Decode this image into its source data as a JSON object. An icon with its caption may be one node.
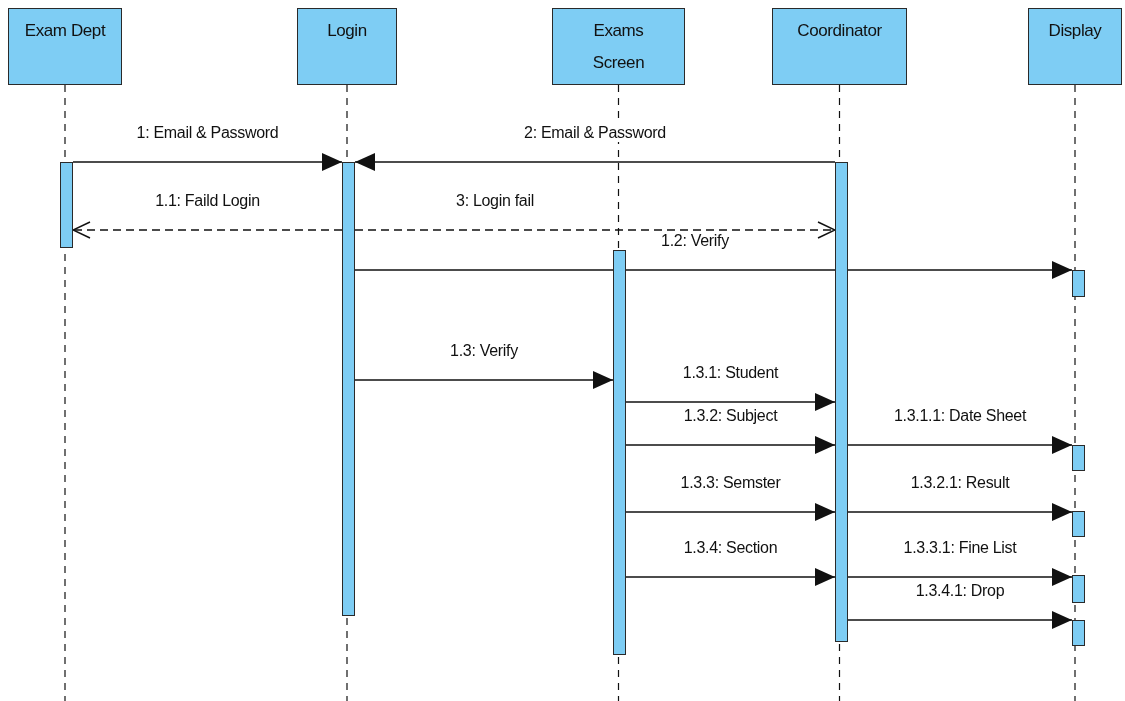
{
  "diagram": {
    "nodes": [
      {
        "text": [
          "Exam Dept"
        ]
      },
      {
        "text": [
          "Login"
        ]
      },
      {
        "text": [
          "Exams Screen"
        ]
      },
      {
        "text": [
          "Coordinator"
        ]
      },
      {
        "text": [
          "Display"
        ]
      },
      {
        "text": [],
        "shape": "bar"
      },
      {
        "text": [],
        "shape": "bar"
      },
      {
        "text": [],
        "shape": "bar"
      },
      {
        "text": [],
        "shape": "bar"
      },
      {
        "text": [],
        "shape": "bar"
      },
      {
        "text": [],
        "shape": "bar"
      },
      {
        "text": [],
        "shape": "bar"
      },
      {
        "text": [],
        "shape": "bar"
      },
      {
        "text": [],
        "shape": "bar"
      }
    ],
    "edges": [
      {
        "from": 5,
        "to": 6,
        "arrow": "to",
        "label": "1: Email & Password"
      },
      {
        "from": 8,
        "to": 6,
        "arrow": "to",
        "label": "2: Email & Password"
      },
      {
        "from": 6,
        "to": 5,
        "arrow": "to",
        "style": "dashed",
        "label": "1.1: Faild Login"
      },
      {
        "from": 6,
        "to": 8,
        "arrow": "to",
        "style": "dashed",
        "label": "3: Login fail"
      },
      {
        "from": 6,
        "to": 9,
        "arrow": "to",
        "label": "1.2: Verify"
      },
      {
        "from": 6,
        "to": 7,
        "arrow": "to",
        "label": "1.3: Verify"
      },
      {
        "from": 7,
        "to": 8,
        "arrow": "to",
        "label": "1.3.1: Student"
      },
      {
        "from": 7,
        "to": 8,
        "arrow": "to",
        "label": "1.3.2: Subject"
      },
      {
        "from": 8,
        "to": 10,
        "arrow": "to",
        "label": "1.3.1.1: Date Sheet"
      },
      {
        "from": 7,
        "to": 8,
        "arrow": "to",
        "label": "1.3.3: Semster"
      },
      {
        "from": 8,
        "to": 11,
        "arrow": "to",
        "label": "1.3.2.1: Result"
      },
      {
        "from": 7,
        "to": 8,
        "arrow": "to",
        "label": "1.3.4: Section"
      },
      {
        "from": 8,
        "to": 12,
        "arrow": "to",
        "label": "1.3.3.1: Fine List"
      },
      {
        "from": 8,
        "to": 13,
        "arrow": "to",
        "label": "1.3.4.1: Drop"
      }
    ]
  }
}
